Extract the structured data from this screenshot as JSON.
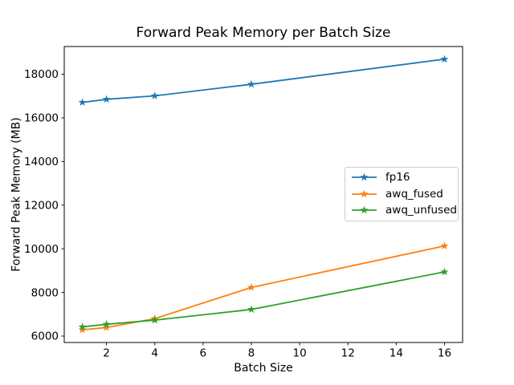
{
  "figure": {
    "background": "#ffffff",
    "text_color": "#000000",
    "legend_border_color": "#cccccc"
  },
  "chart_data": {
    "type": "line",
    "title": "Forward Peak Memory per Batch Size",
    "xlabel": "Batch Size",
    "ylabel": "Forward Peak Memory (MB)",
    "x": [
      1,
      2,
      4,
      8,
      16
    ],
    "series": [
      {
        "name": "fp16",
        "color": "#1f77b4",
        "marker": "star",
        "values": [
          16710,
          16850,
          17010,
          17540,
          18690
        ]
      },
      {
        "name": "awq_fused",
        "color": "#ff7f0e",
        "marker": "star",
        "values": [
          6290,
          6390,
          6800,
          8230,
          10130
        ]
      },
      {
        "name": "awq_unfused",
        "color": "#2ca02c",
        "marker": "star",
        "values": [
          6420,
          6540,
          6730,
          7220,
          8940
        ]
      }
    ],
    "xticks": [
      2,
      4,
      6,
      8,
      10,
      12,
      14,
      16
    ],
    "yticks": [
      6000,
      8000,
      10000,
      12000,
      14000,
      16000,
      18000
    ],
    "xlim": [
      0.25,
      16.75
    ],
    "ylim": [
      5706,
      19270
    ],
    "grid": false,
    "legend_position": "center-right"
  }
}
